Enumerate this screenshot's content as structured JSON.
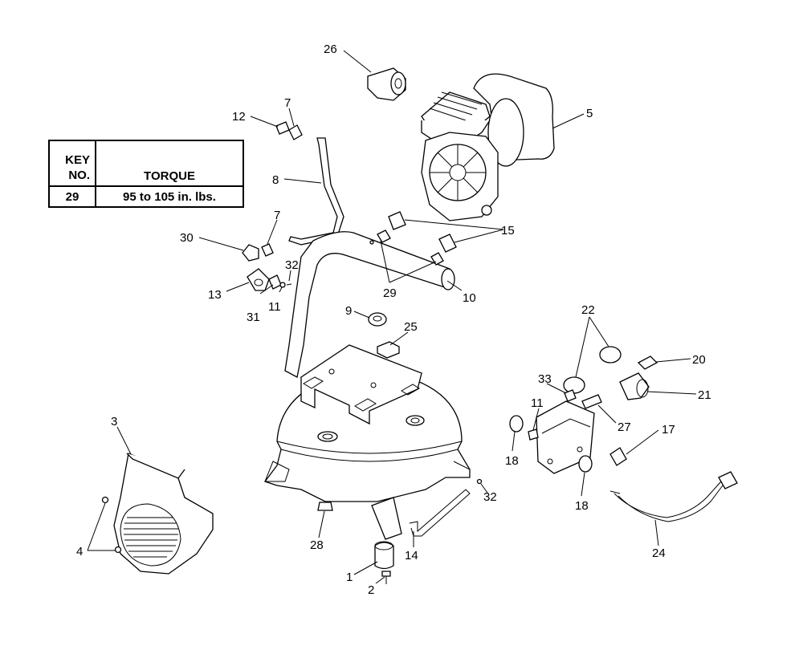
{
  "torque_table": {
    "header_key_line1": "KEY",
    "header_key_line2": "NO.",
    "header_torque": "TORQUE",
    "rows": [
      {
        "key": "29",
        "torque": "95 to 105 in. lbs."
      }
    ]
  },
  "callouts": {
    "c1": "1",
    "c2": "2",
    "c3": "3",
    "c4": "4",
    "c5": "5",
    "c7a": "7",
    "c7b": "7",
    "c8": "8",
    "c9": "9",
    "c10": "10",
    "c11a": "11",
    "c11b": "11",
    "c12": "12",
    "c13": "13",
    "c14": "14",
    "c15": "15",
    "c17": "17",
    "c18a": "18",
    "c18b": "18",
    "c20": "20",
    "c21": "21",
    "c22": "22",
    "c24": "24",
    "c25": "25",
    "c26": "26",
    "c27": "27",
    "c28": "28",
    "c29": "29",
    "c30": "30",
    "c31": "31",
    "c32a": "32",
    "c32b": "32",
    "c33": "33"
  }
}
